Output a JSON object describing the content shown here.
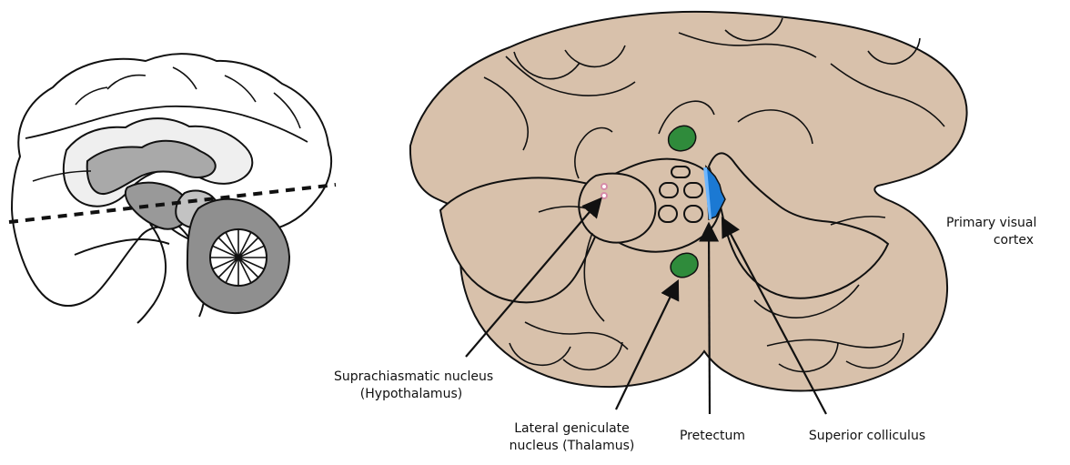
{
  "labels": {
    "primary_visual_cortex": {
      "line1": "Primary visual",
      "line2": "cortex"
    },
    "suprachiasmatic": {
      "line1": "Suprachiasmatic nucleus",
      "line2": "(Hypothalamus)"
    },
    "lateral_geniculate": {
      "line1": "Lateral geniculate",
      "line2": "nucleus (Thalamus)"
    },
    "pretectum": "Pretectum",
    "superior_colliculus": "Superior colliculus"
  },
  "colors": {
    "brain_tissue": "#d8c1ab",
    "outline": "#111111",
    "sagittal_white": "#ffffff",
    "sagittal_light_gray": "#ececec",
    "sagittal_gray": "#a7a7a7",
    "sagittal_dark_gray": "#8f8f8f",
    "lateral_geniculate": "#2f8b3b",
    "superior_colliculus": "#1b79d3",
    "pretectum": "#6fb7ff",
    "suprachiasmatic": "#d78ca9"
  }
}
